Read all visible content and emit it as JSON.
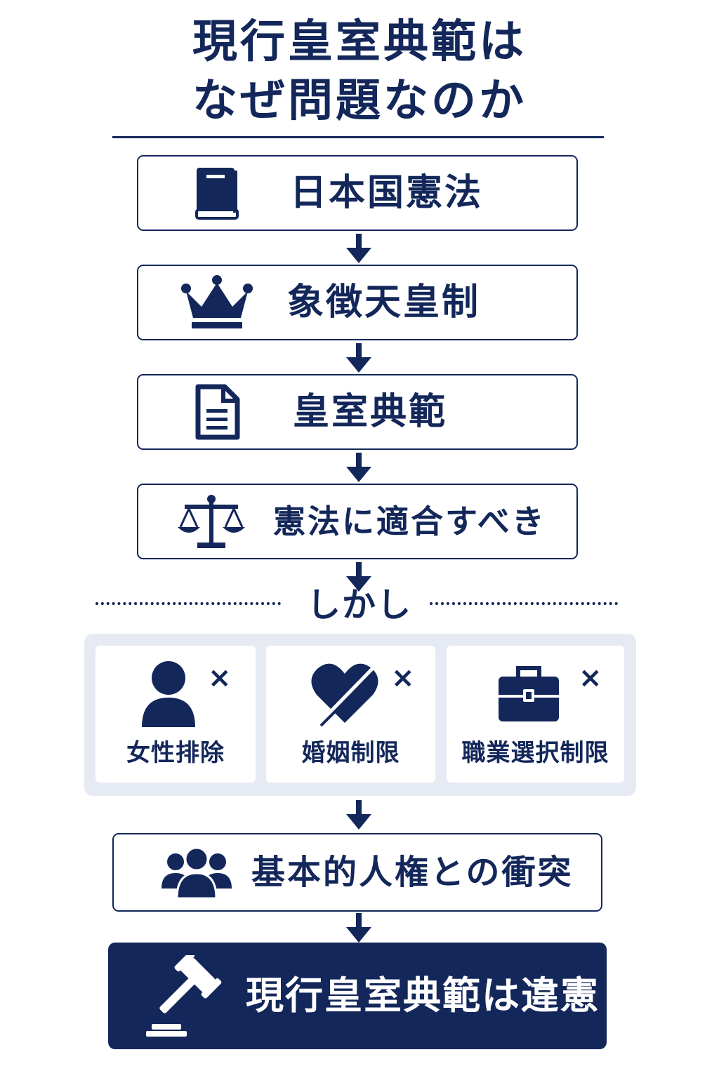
{
  "title": {
    "line1": "現行皇室典範は",
    "line2": "なぜ問題なのか"
  },
  "steps": [
    {
      "label": "日本国憲法",
      "icon": "book-icon"
    },
    {
      "label": "象徴天皇制",
      "icon": "crown-icon"
    },
    {
      "label": "皇室典範",
      "icon": "document-icon"
    },
    {
      "label": "憲法に適合すべき",
      "icon": "scales-icon"
    }
  ],
  "however": "しかし",
  "restrictions": [
    {
      "label": "女性排除",
      "icon": "person-icon",
      "mark": "×"
    },
    {
      "label": "婚姻制限",
      "icon": "broken-heart-icon",
      "mark": "×"
    },
    {
      "label": "職業選択制限",
      "icon": "briefcase-icon",
      "mark": "×"
    }
  ],
  "conflict": {
    "label": "基本的人権との衝突",
    "icon": "group-icon"
  },
  "conclusion": {
    "label": "現行皇室典範は違憲",
    "icon": "gavel-icon"
  },
  "colors": {
    "navy": "#13275a",
    "panel": "#e6ebf3",
    "background": "#ffffff"
  }
}
